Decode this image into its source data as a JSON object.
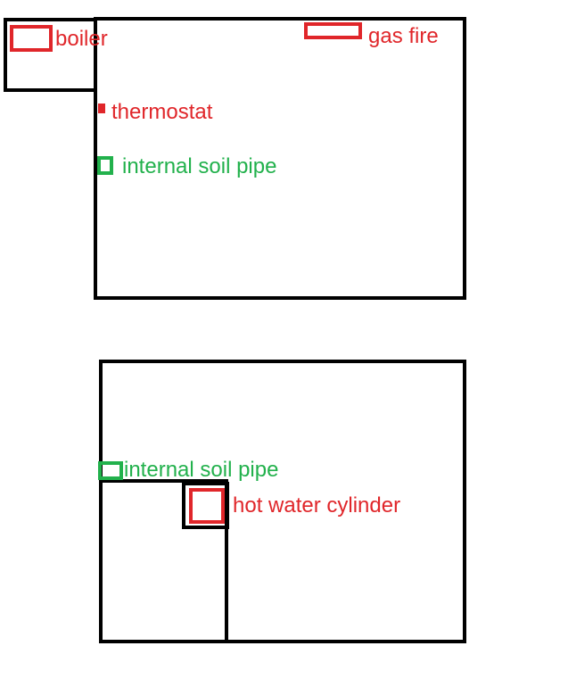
{
  "colors": {
    "outline": "#000000",
    "heating": "#e0262a",
    "drainage": "#22b14c",
    "background": "#ffffff"
  },
  "upper_plan": {
    "labels": {
      "boiler": "boiler",
      "gas_fire": "gas fire",
      "thermostat": "thermostat",
      "soil_pipe": "internal soil pipe"
    }
  },
  "lower_plan": {
    "labels": {
      "soil_pipe": "internal soil pipe",
      "hot_water_cylinder": "hot water cylinder"
    }
  }
}
